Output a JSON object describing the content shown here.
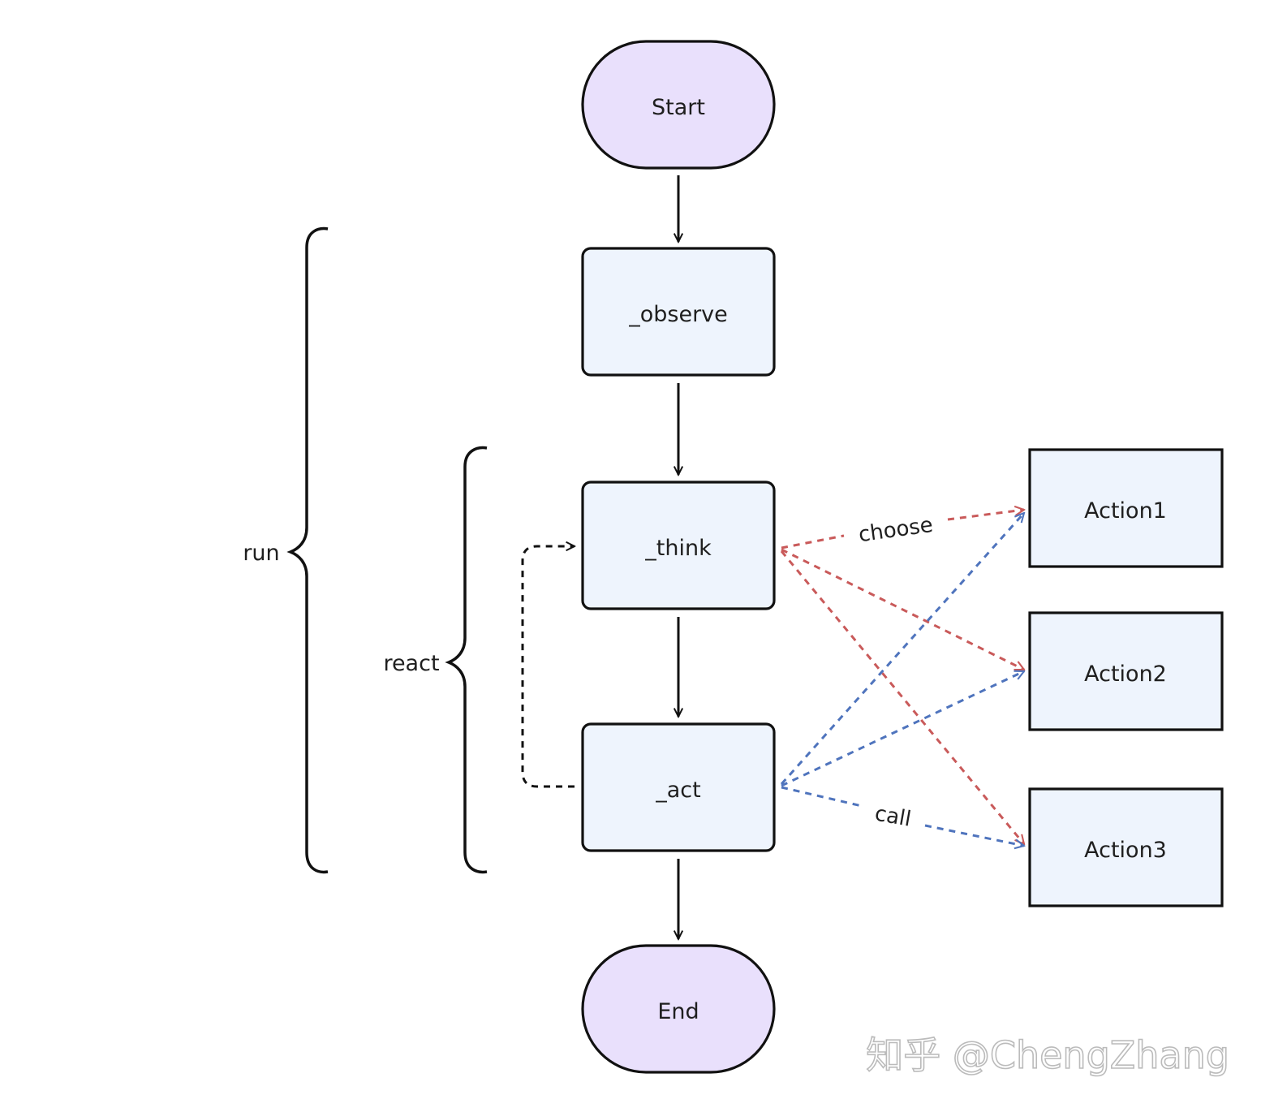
{
  "diagram": {
    "nodes": {
      "start": "Start",
      "observe": "_observe",
      "think": "_think",
      "act": "_act",
      "end": "End",
      "action1": "Action1",
      "action2": "Action2",
      "action3": "Action3"
    },
    "braces": {
      "run": "run",
      "react": "react"
    },
    "edge_labels": {
      "choose": "choose",
      "call": "call"
    },
    "colors": {
      "terminal_fill": "#e9e0fc",
      "process_fill": "#eef4fd",
      "choose_edge": "#c95a5a",
      "call_edge": "#4f74bd",
      "stroke": "#111111"
    }
  },
  "watermark": "知乎 @ChengZhang"
}
